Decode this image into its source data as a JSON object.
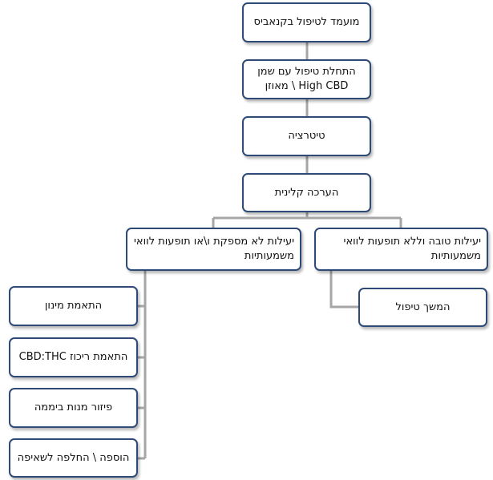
{
  "nodes": {
    "referral": "מועמד לטיפול בקנאביס",
    "start_treatment": "התחלת טיפול עם שמן High CBD \\ מאוזן",
    "titration": "טיטרציה",
    "clinical_evaluation": "הערכה קלינית",
    "good_efficacy": "יעילות טובה וללא תופעות לוואי משמעותיות",
    "poor_efficacy": "יעילות לא מספקת ו\\או תופעות לוואי משמעותיות",
    "continue_treatment": "המשך טיפול",
    "dose_adjustment": "התאמת מינון",
    "ratio_adjustment": "התאמת ריכוז CBD:THC",
    "dose_distribution": "פיזור מנות ביממה",
    "add_or_switch_strain": "הוספה \\ החלפה לשאיפה"
  },
  "colors": {
    "box_border": "#2e4a77",
    "connector": "#a6a6a6",
    "text": "#111111"
  }
}
